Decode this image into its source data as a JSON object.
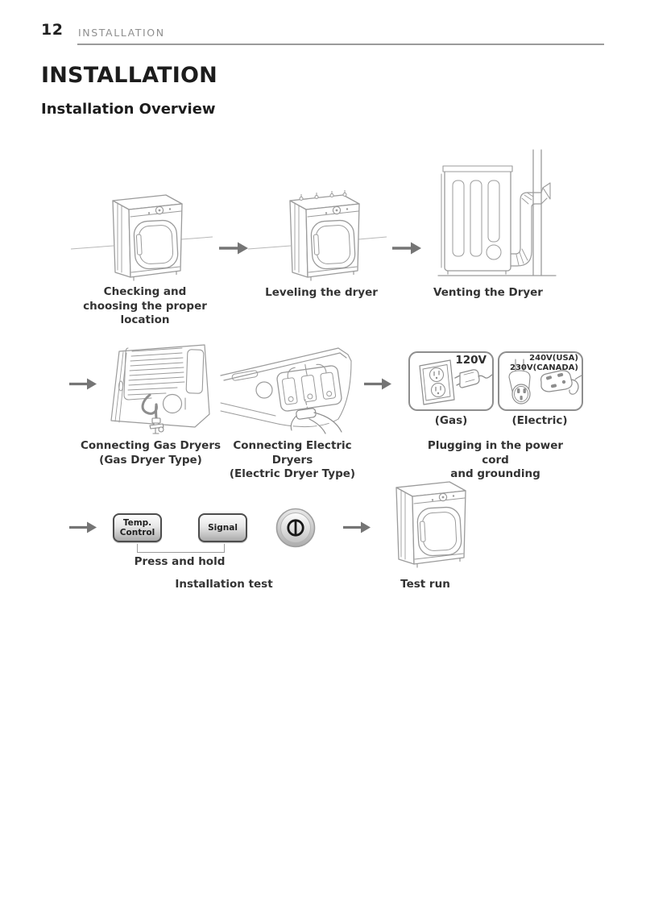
{
  "page": {
    "number": "12",
    "header": "INSTALLATION"
  },
  "title": "INSTALLATION",
  "subtitle": "Installation Overview",
  "colors": {
    "text": "#2e2e2e",
    "muted_header": "#8f8f8f",
    "rule": "#9b9b9b",
    "line_art": "#9b9b9b",
    "arrow": "#757575",
    "button_border": "#4d4d4d"
  },
  "steps": {
    "check": {
      "line1": "Checking and",
      "line2": "choosing the proper",
      "line3": "location"
    },
    "level": {
      "label": "Leveling the dryer"
    },
    "vent": {
      "label": "Venting the Dryer"
    },
    "gas": {
      "line1": "Connecting Gas Dryers",
      "line2": "(Gas Dryer Type)"
    },
    "electric": {
      "line1": "Connecting Electric Dryers",
      "line2": "(Electric Dryer Type)"
    },
    "plug": {
      "outlet_label": "120V",
      "plug_label_line1": "240V(USA)",
      "plug_label_line2": "230V(CANADA)",
      "gas_caption": "(Gas)",
      "electric_caption": "(Electric)",
      "line1": "Plugging in the power cord",
      "line2": "and grounding"
    },
    "test": {
      "button1_line1": "Temp.",
      "button1_line2": "Control",
      "button2": "Signal",
      "hold_label": "Press and hold",
      "caption": "Installation test"
    },
    "run": {
      "label": "Test run"
    }
  }
}
